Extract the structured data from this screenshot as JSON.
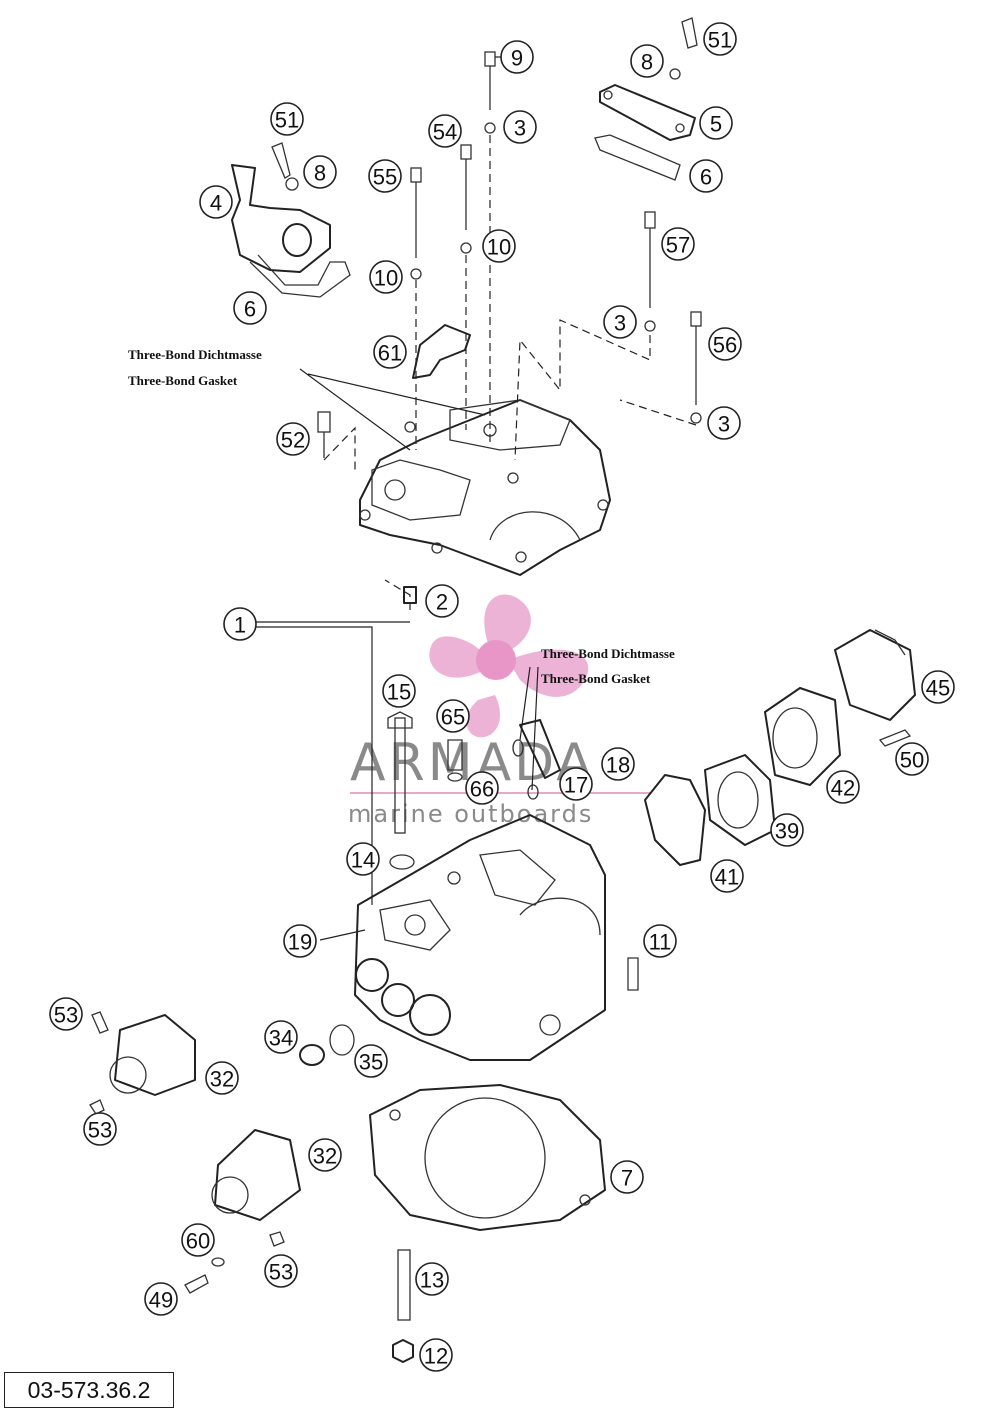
{
  "notes": {
    "upper_de": "Three-Bond Dichtmasse",
    "upper_en": "Three-Bond Gasket",
    "lower_de": "Three-Bond Dichtmasse",
    "lower_en": "Three-Bond Gasket"
  },
  "watermark": {
    "brand": "ARMADA",
    "tagline": "marine outboards",
    "logo_color": "#e9a6cf"
  },
  "document_code": "03-573.36.2",
  "callouts": [
    "51",
    "9",
    "8",
    "3",
    "5",
    "6",
    "51",
    "8",
    "54",
    "4",
    "55",
    "10",
    "10",
    "57",
    "6",
    "3",
    "61",
    "56",
    "52",
    "3",
    "2",
    "1",
    "45",
    "15",
    "65",
    "50",
    "18",
    "17",
    "66",
    "42",
    "39",
    "41",
    "14",
    "11",
    "19",
    "53",
    "34",
    "35",
    "32",
    "53",
    "32",
    "7",
    "60",
    "53",
    "49",
    "13",
    "12"
  ]
}
